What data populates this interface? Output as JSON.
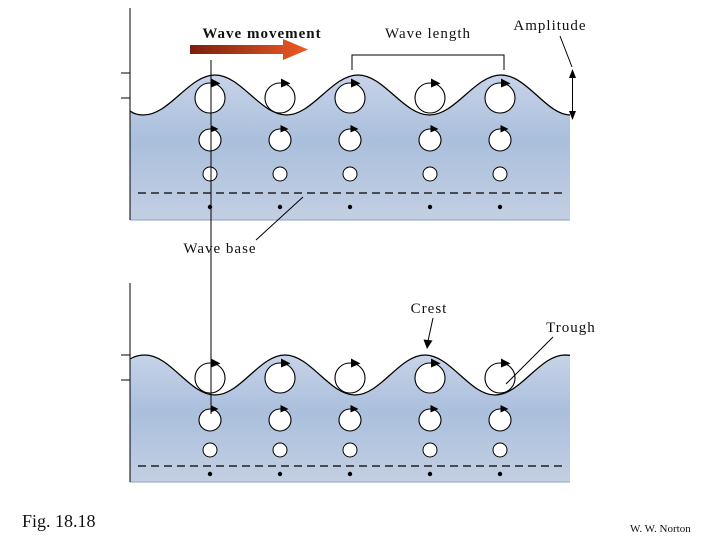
{
  "labels": {
    "wave_movement": "Wave movement",
    "wave_length": "Wave length",
    "amplitude": "Amplitude",
    "wave_base": "Wave base",
    "crest": "Crest",
    "trough": "Trough"
  },
  "caption": {
    "figure": "Fig. 18.18",
    "credit": "W. W. Norton"
  },
  "colors": {
    "water_top": "#c7d3e8",
    "water_mid": "#aabfdc",
    "water_bottom": "#c3cfe3",
    "arrow_dark": "#7a1f0e",
    "arrow_bright": "#ef5a24",
    "line": "#000000"
  }
}
